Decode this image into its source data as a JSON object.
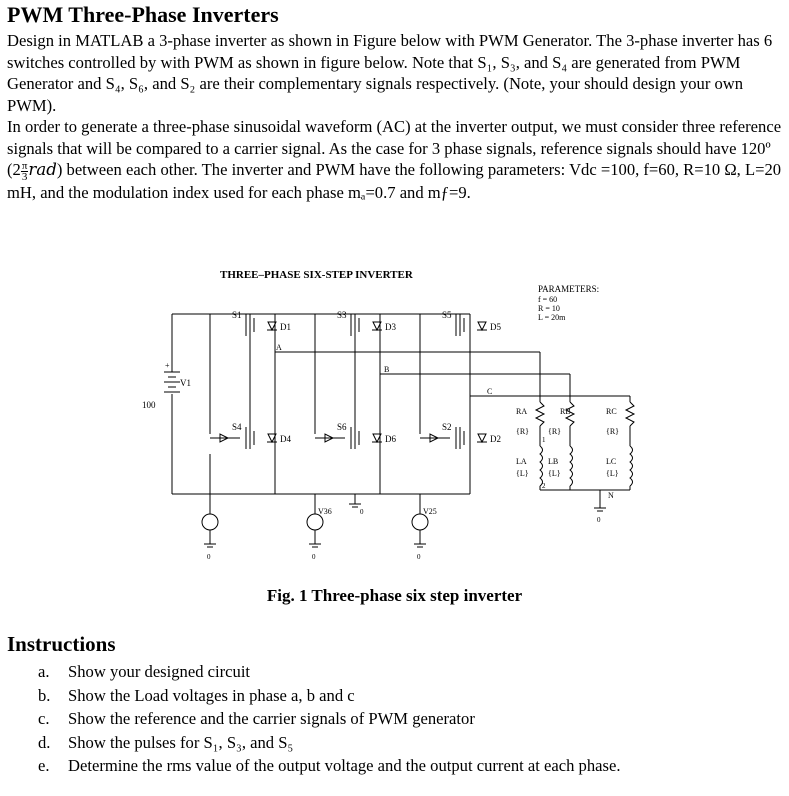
{
  "title": "PWM Three-Phase Inverters",
  "para1": "Design in MATLAB a 3-phase inverter as shown in Figure below with PWM Generator. The 3-phase inverter has 6 switches controlled by with PWM as shown in figure below. Note that S₁, S₃, and S₄ are generated from PWM Generator and S₄, S₆, and S₂ are their complementary signals respectively. (Note, your should design your own PWM).",
  "para2_a": "In order to generate a three-phase sinusoidal waveform (AC) at the inverter output, we must consider three reference signals that will be compared to a carrier signal.  As the case for 3 phase signals, reference signals should have 120º (2",
  "para2_frac_num": "π",
  "para2_frac_den": "3",
  "para2_rad": "rad",
  "para2_b": ") between each other. The inverter and PWM have the following parameters: Vdc =100, f=60, R=10 Ω,  L=20 mH, and the modulation index used for each phase mₐ=0.7 and mƒ=9.",
  "figure": {
    "heading": "THREE–PHASE SIX-STEP INVERTER",
    "params_title": "PARAMETERS:",
    "params": [
      "f = 60",
      "R = 10",
      "L = 20m"
    ],
    "switch_labels": [
      "S1",
      "S3",
      "S5",
      "S4",
      "S6",
      "S2"
    ],
    "diode_labels": [
      "D1",
      "D3",
      "D5",
      "D4",
      "D6",
      "D2"
    ],
    "node_labels": [
      "A",
      "B",
      "C",
      "N"
    ],
    "source_label": "V1",
    "source_value": "100",
    "res_labels": [
      "RA",
      "RB",
      "RC"
    ],
    "res_value": "{R}",
    "ind_labels": [
      "LA",
      "LB",
      "LC"
    ],
    "ind_value": "{L}",
    "pin_1": "1",
    "pin_2": "2",
    "pulse_labels": [
      "V36",
      "V25"
    ],
    "ground_value": "0",
    "plus": "+"
  },
  "caption": "Fig. 1 Three-phase six step inverter",
  "instructions_title": "Instructions",
  "instructions": [
    {
      "marker": "a.",
      "text": "Show your designed circuit"
    },
    {
      "marker": "b.",
      "text": "Show the Load voltages in phase a, b and c"
    },
    {
      "marker": "c.",
      "text": "Show the reference and the carrier signals of PWM generator"
    },
    {
      "marker": "d.",
      "text": "Show the pulses for S₁, S₃, and S₅"
    },
    {
      "marker": "e.",
      "text": "Determine the rms value of the output voltage and the output current at each phase."
    }
  ]
}
